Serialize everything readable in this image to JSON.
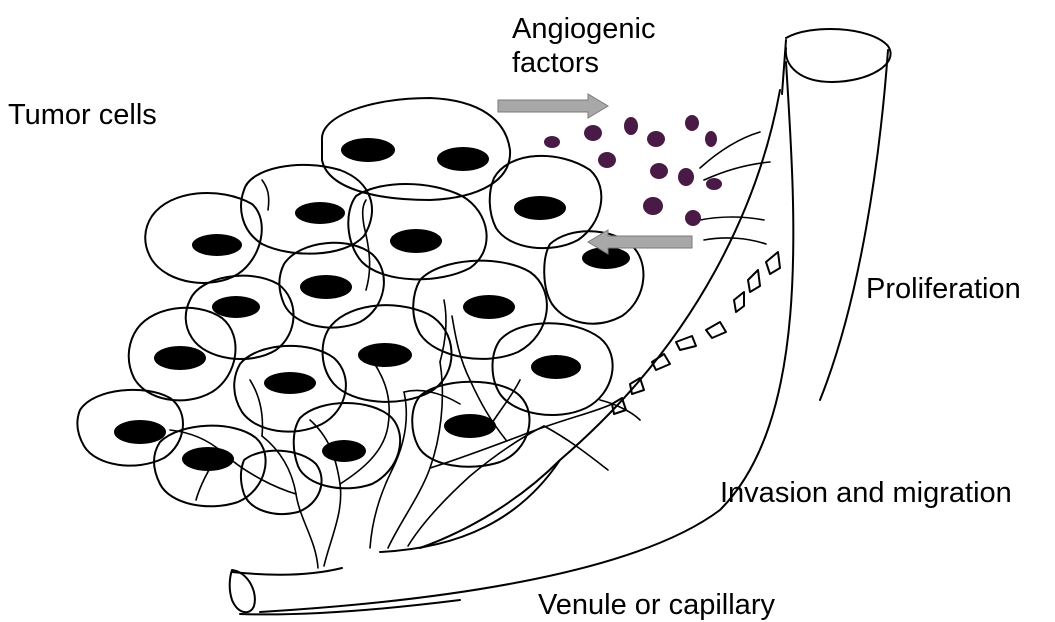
{
  "labels": {
    "tumor_cells": "Tumor cells",
    "angiogenic_line1": "Angiogenic",
    "angiogenic_line2": "factors",
    "proliferation": "Proliferation",
    "invasion": "Invasion and migration",
    "vessel": "Venule or capillary"
  },
  "colors": {
    "stroke": "#000000",
    "nucleus": "#000000",
    "factor": "#4a1a46",
    "arrow": "#a8a8a8",
    "background": "#ffffff"
  }
}
